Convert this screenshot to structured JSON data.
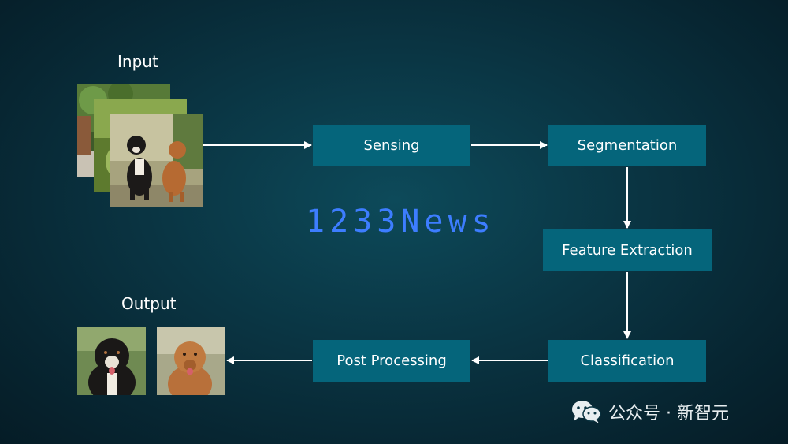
{
  "labels": {
    "input": "Input",
    "output": "Output"
  },
  "steps": {
    "sensing": "Sensing",
    "segmentation": "Segmentation",
    "feature_extraction": "Feature Extraction",
    "classification": "Classification",
    "post_processing": "Post Processing"
  },
  "watermark": "1233News",
  "footer": {
    "text": "公众号 · 新智元"
  },
  "colors": {
    "box": "#05657b",
    "arrow": "#ffffff",
    "watermark": "#3d7dff"
  },
  "icons": {
    "wechat": "wechat-icon"
  }
}
